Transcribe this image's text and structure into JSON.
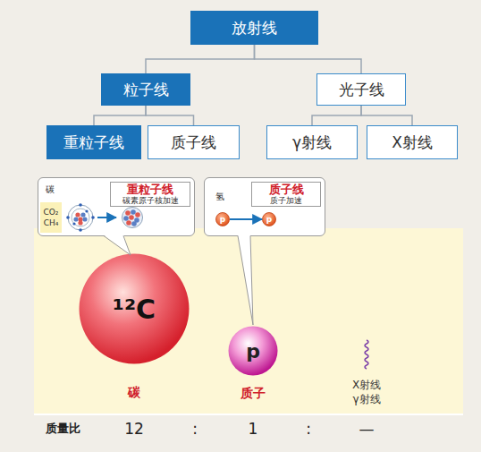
{
  "diagram": {
    "nodes": [
      {
        "text": [
          "放射线"
        ]
      },
      {
        "text": [
          "粒子线"
        ]
      },
      {
        "text": [
          "光子线"
        ]
      },
      {
        "text": [
          "重粒子线"
        ]
      },
      {
        "text": [
          "质子线"
        ]
      },
      {
        "text": [
          "γ射线"
        ]
      },
      {
        "text": [
          "X射线"
        ]
      },
      {
        "text": [
          "碳"
        ]
      },
      {
        "text": [
          "重粒子线",
          "碳素原子核加速"
        ],
        "in": 7
      },
      {
        "text": [
          "CO₂ CH₄"
        ],
        "in": 7
      },
      {
        "text": [
          "氢"
        ]
      },
      {
        "text": [
          "质子线",
          "质子加速"
        ],
        "in": 10
      },
      {
        "text": [
          "p"
        ],
        "in": 10
      },
      {
        "text": [
          "p"
        ],
        "in": 10
      },
      {
        "text": [
          "¹²C",
          "碳"
        ]
      },
      {
        "text": [
          "p",
          "质子"
        ]
      }
    ],
    "edges": [
      {
        "from": 0,
        "to": 1,
        "arrow": "none"
      },
      {
        "from": 0,
        "to": 2,
        "arrow": "none"
      },
      {
        "from": 1,
        "to": 3,
        "arrow": "none"
      },
      {
        "from": 1,
        "to": 4,
        "arrow": "none"
      },
      {
        "from": 2,
        "to": 5,
        "arrow": "none"
      },
      {
        "from": 2,
        "to": 6,
        "arrow": "none"
      },
      {
        "from": 12,
        "to": 13,
        "arrow": "to"
      }
    ],
    "labels": [
      "X射线",
      "γ射线",
      "质量比",
      "12",
      ":",
      "1",
      ":",
      "—"
    ]
  }
}
